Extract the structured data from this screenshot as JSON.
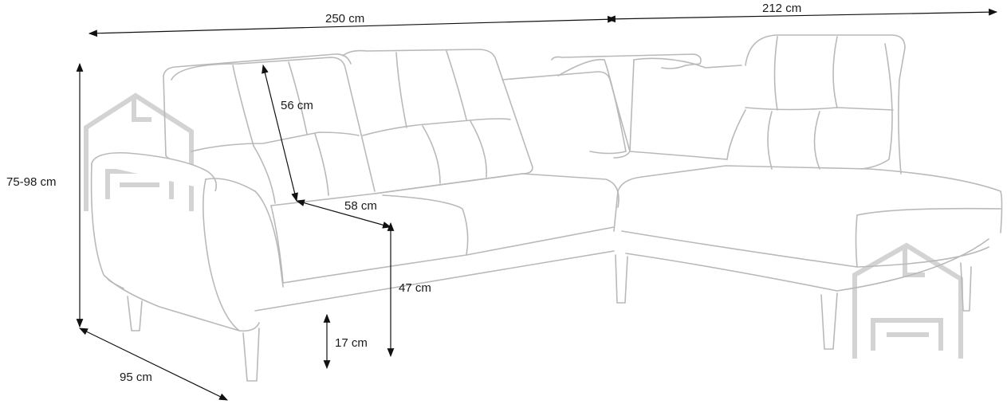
{
  "dimensions": {
    "width_left": "250 cm",
    "width_right": "212 cm",
    "height": "75-98 cm",
    "backrest_height": "56 cm",
    "seat_depth": "58 cm",
    "seat_height": "47 cm",
    "leg_height": "17 cm",
    "depth": "95 cm"
  },
  "icons": {
    "watermark_left": "house-sofa-logo-icon",
    "watermark_right": "house-sofa-logo-icon"
  },
  "colors": {
    "outline": "#b9b9b9",
    "dimension_line": "#111111",
    "watermark": "#cfcfcf"
  }
}
